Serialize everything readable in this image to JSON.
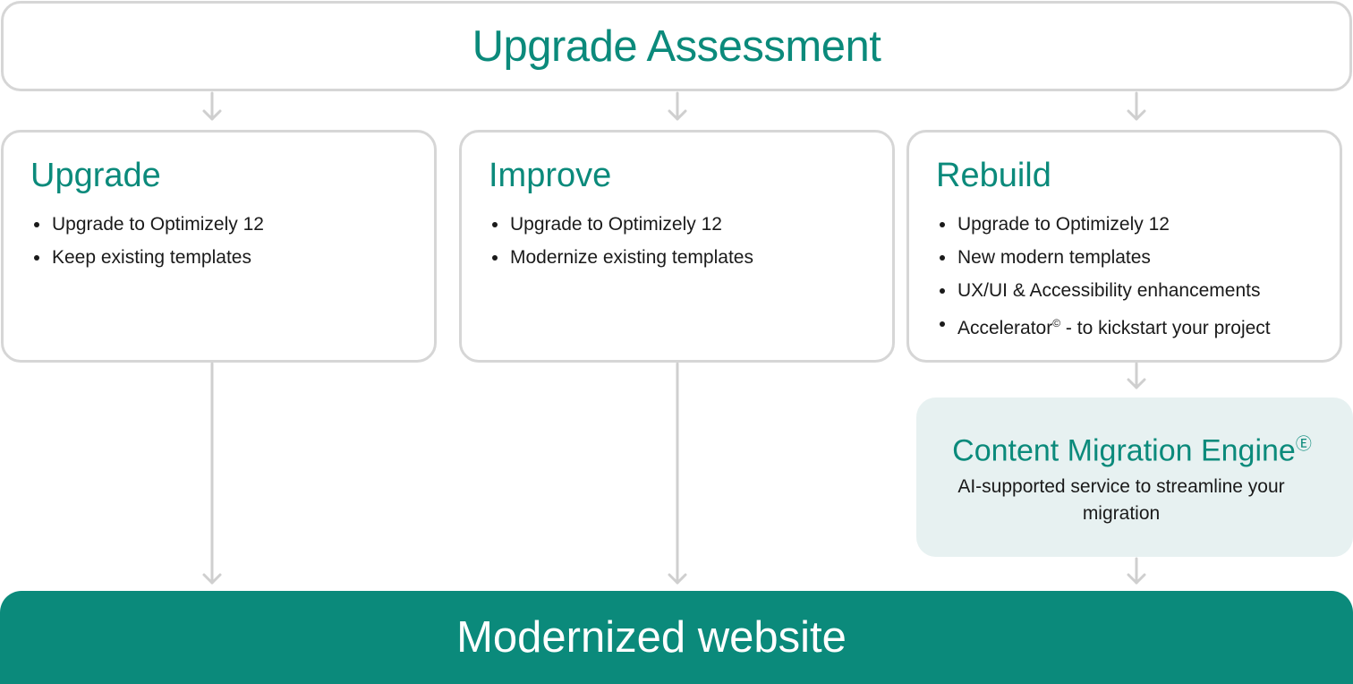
{
  "header": {
    "title": "Upgrade Assessment"
  },
  "options": [
    {
      "title": "Upgrade",
      "bullets": [
        "Upgrade to Optimizely 12",
        "Keep existing templates"
      ]
    },
    {
      "title": "Improve",
      "bullets": [
        "Upgrade to Optimizely 12",
        "Modernize existing templates"
      ]
    },
    {
      "title": "Rebuild",
      "bullets": [
        "Upgrade to Optimizely 12",
        "New modern templates",
        "UX/UI & Accessibility enhancements",
        "Accelerator",
        "- to kickstart your project"
      ]
    }
  ],
  "marks": {
    "registered": "©",
    "engine_mark": "Ⓔ"
  },
  "engine": {
    "title": "Content Migration Engine",
    "description": "AI-supported service to streamline your migration"
  },
  "result": {
    "title": "Modernized website"
  },
  "colors": {
    "accent": "#0b8a7b",
    "border": "#d6d6d6",
    "engine_bg": "#e7f1f1",
    "connector": "#cfcfcf"
  }
}
